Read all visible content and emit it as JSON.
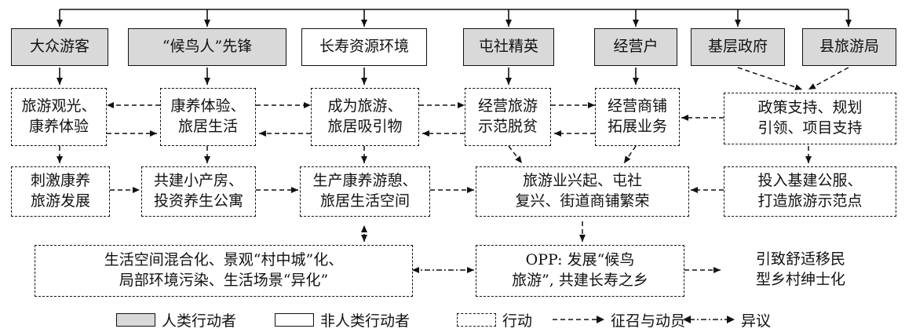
{
  "actors": {
    "tourists": "大众游客",
    "pioneers": "“候鸟人”先锋",
    "environment": "长寿资源环境",
    "elites": "屯社精英",
    "operators": "经营户",
    "gov": "基层政府",
    "bureau": "县旅游局"
  },
  "actions": {
    "sightseeing": "旅游观光、\n康养体验",
    "wellness": "康养体验、\n旅居生活",
    "attraction": "成为旅游、\n旅居吸引物",
    "demo": "经营旅游\n示范脱贫",
    "shops": "经营商铺\n拓展业务",
    "policy": "政策支持、规划\n引领、项目支持",
    "stimulate": "刺激康养\n旅游发展",
    "houses": "共建小产房、\n投资养生公寓",
    "space": "生产康养游憩、\n旅居生活空间",
    "rise": "旅游业兴起、屯社\n复兴、街道商铺繁荣",
    "infra": "投入基建公服、\n打造旅游示范点",
    "problems": "生活空间混合化、景观“村中城”化、\n局部环境污染、生活场景“异化”",
    "opp": "OPP: 发展“候鸟\n旅游”, 共建长寿之乡",
    "outcome": "引致舒适移民\n型乡村绅士化"
  },
  "legend": {
    "human": "人类行动者",
    "nonhuman": "非人类行动者",
    "action": "行动",
    "recruit": "征召与动员",
    "dissent": "异议"
  }
}
